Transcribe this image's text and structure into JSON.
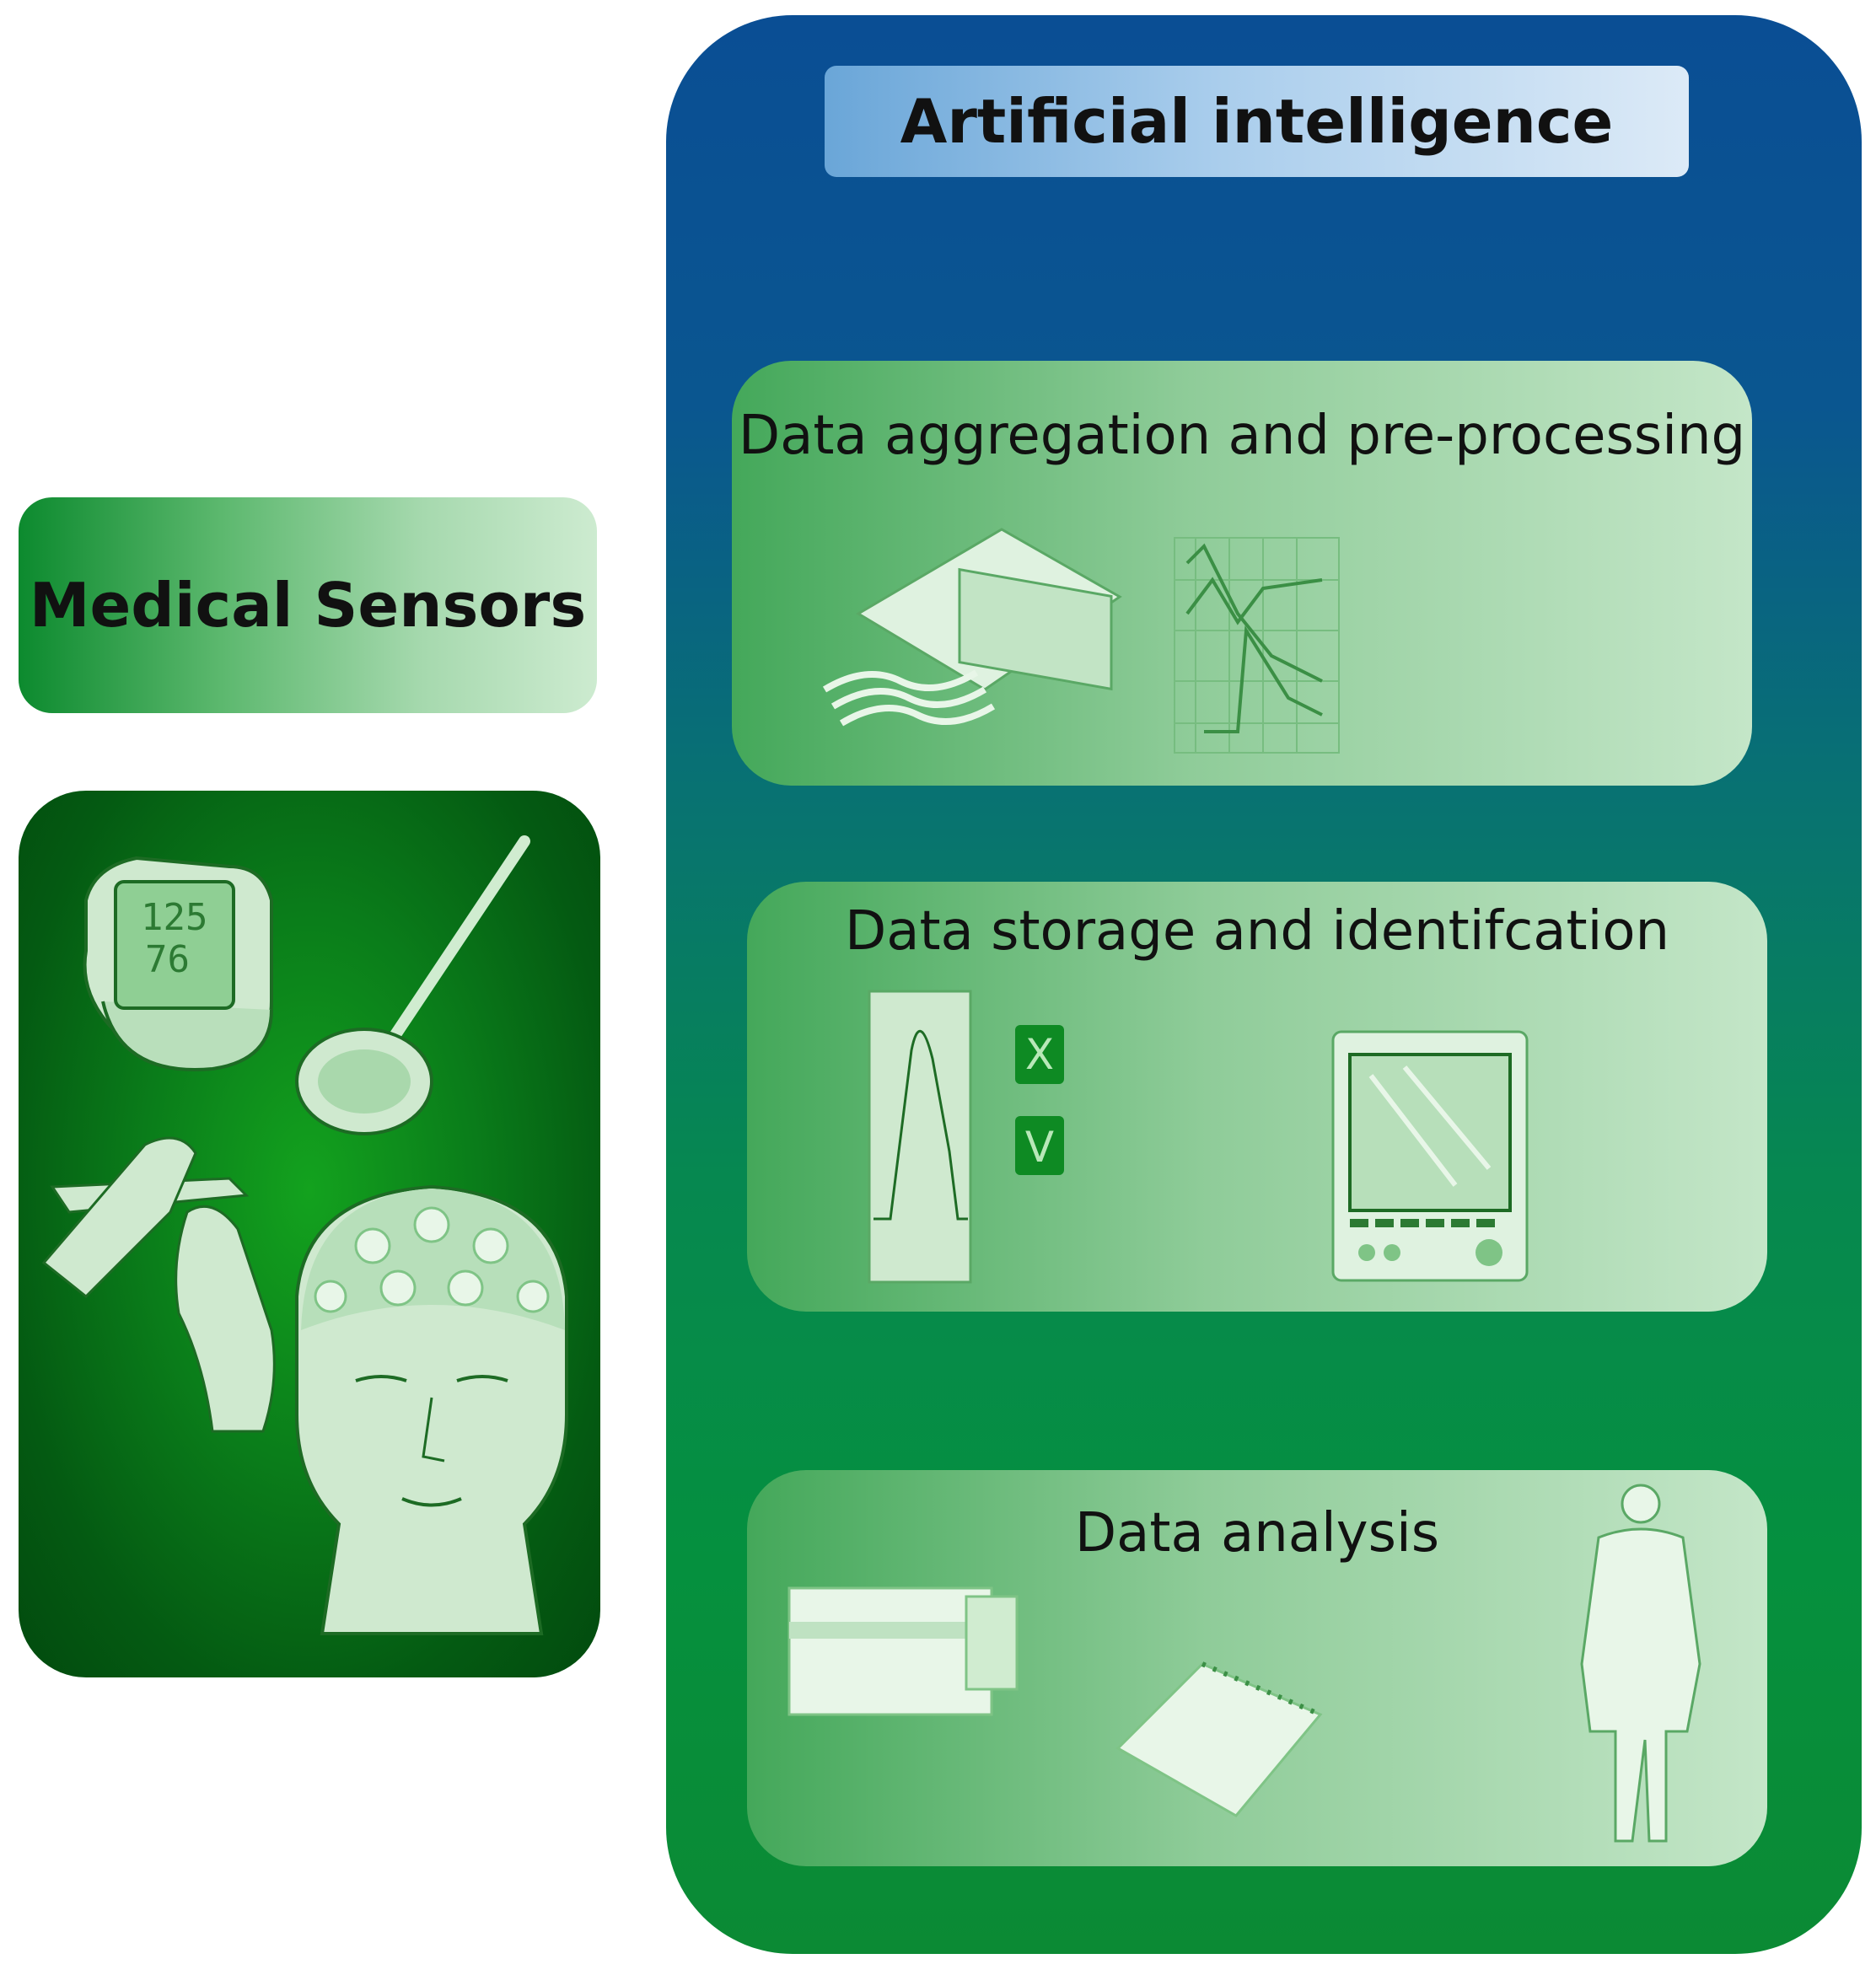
{
  "sensors": {
    "label": "Medical Sensors",
    "readout": {
      "top": "125",
      "bottom": "76"
    }
  },
  "ai": {
    "title": "Artificial intelligence",
    "stages": [
      {
        "title": "Data aggregation and pre-processing"
      },
      {
        "title": "Data storage and identifcation",
        "marks": [
          "X",
          "V"
        ]
      },
      {
        "title": "Data analysis"
      }
    ]
  },
  "colors": {
    "sensor_green": "#0a7d1a",
    "ai_blue": "#0a4e94",
    "ai_green": "#05903e",
    "icon_light": "#d8f0da"
  }
}
